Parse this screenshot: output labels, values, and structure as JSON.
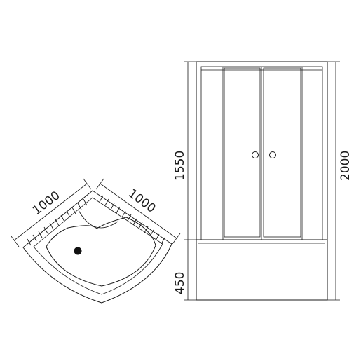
{
  "plan_view": {
    "width_left": "1000",
    "width_right": "1000"
  },
  "elevation": {
    "cabin_height": "1550",
    "tray_height": "450",
    "total_height": "2000"
  }
}
